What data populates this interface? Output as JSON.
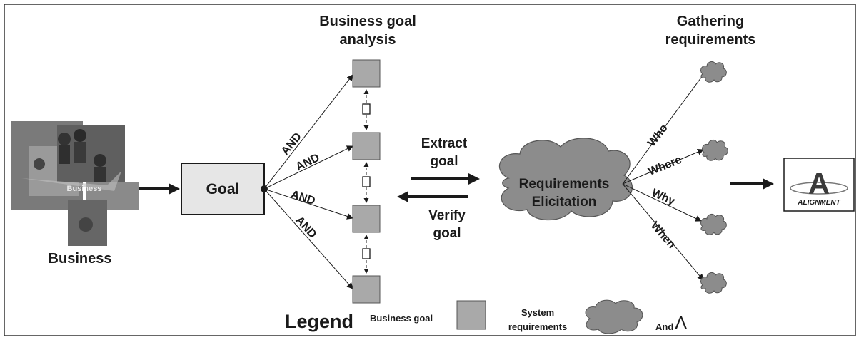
{
  "headings": {
    "analysis": [
      "Business goal",
      "analysis"
    ],
    "gathering": [
      "Gathering",
      "requirements"
    ]
  },
  "business": {
    "label": "Business",
    "image_caption": "Business"
  },
  "goal": {
    "label": "Goal"
  },
  "and_labels": [
    "AND",
    "AND",
    "AND",
    "AND"
  ],
  "exchange": {
    "extract": [
      "Extract",
      "goal"
    ],
    "verify": [
      "Verify",
      "goal"
    ]
  },
  "cloud": {
    "label": [
      "Requirements",
      "Elicitation"
    ]
  },
  "questions": [
    "Who",
    "Where",
    "Why",
    "When"
  ],
  "alignment": {
    "label": "ALIGNMENT",
    "letter": "A"
  },
  "legend": {
    "title": "Legend",
    "business_goal": "Business goal",
    "system_requirements": [
      "System",
      "requirements"
    ],
    "and": "And",
    "and_symbol": "Λ"
  },
  "colors": {
    "goal_box_fill": "#e6e6e6",
    "business_goal_fill": "#a9a9a9",
    "cloud_fill": "#8c8c8c",
    "line": "#1a1a1a"
  }
}
